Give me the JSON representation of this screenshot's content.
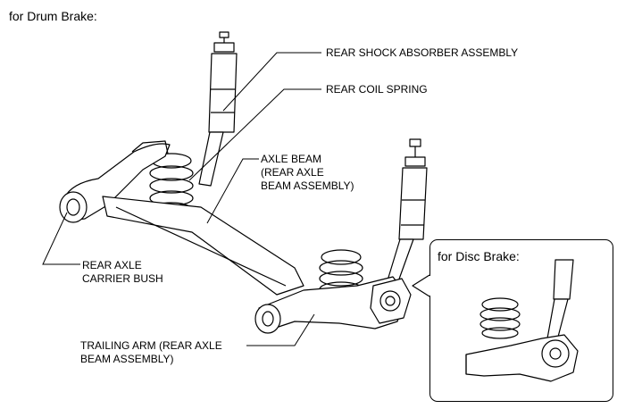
{
  "header": {
    "title": "for Drum Brake:"
  },
  "labels": {
    "rear_shock_absorber": "REAR SHOCK ABSORBER ASSEMBLY",
    "rear_coil_spring": "REAR COIL SPRING",
    "axle_beam": "AXLE BEAM\n(REAR AXLE\nBEAM ASSEMBLY)",
    "rear_axle_carrier_bush": "REAR AXLE\nCARRIER BUSH",
    "trailing_arm": "TRAILING ARM (REAR AXLE\nBEAM ASSEMBLY)"
  },
  "inset": {
    "title": "for Disc Brake:"
  }
}
